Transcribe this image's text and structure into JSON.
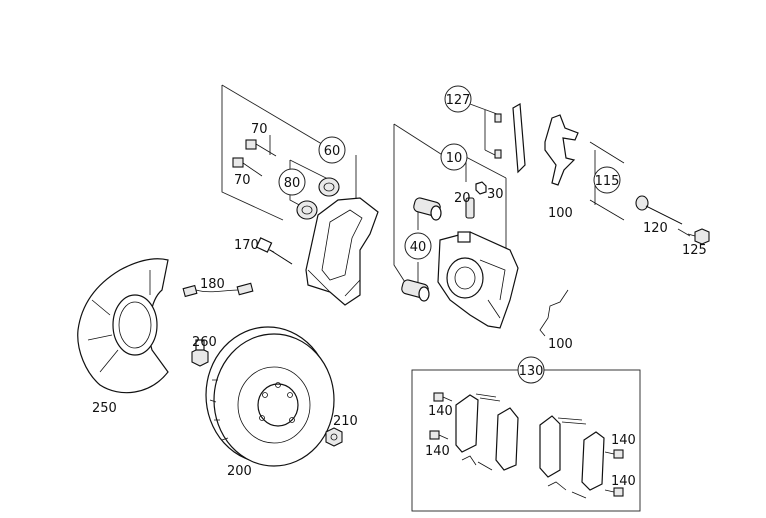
{
  "diagram": {
    "callouts": {
      "c127": "127",
      "c60": "60",
      "c10": "10",
      "c80": "80",
      "c40": "40",
      "c115": "115",
      "c130": "130"
    },
    "labels": {
      "l70a": "70",
      "l70b": "70",
      "l20": "20",
      "l30": "30",
      "l100a": "100",
      "l100b": "100",
      "l120": "120",
      "l125": "125",
      "l170": "170",
      "l180": "180",
      "l260": "260",
      "l250": "250",
      "l200": "200",
      "l210": "210",
      "l140a": "140",
      "l140b": "140",
      "l140c": "140",
      "l140d": "140"
    }
  }
}
